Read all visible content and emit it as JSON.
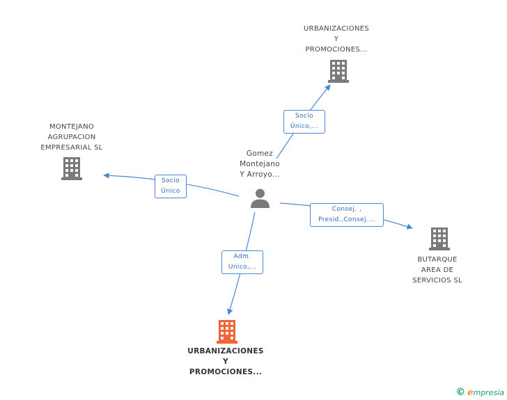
{
  "colors": {
    "edge": "#4a86d4",
    "building_gray": "#7a7a7a",
    "building_highlight": "#f0643a",
    "person": "#7a7a7a"
  },
  "nodes": {
    "urb_top": {
      "lines": [
        "URBANIZACIONES",
        "Y",
        "PROMOCIONES..."
      ],
      "icon": "building-icon"
    },
    "montejano": {
      "lines": [
        "MONTEJANO",
        "AGRUPACION",
        "EMPRESARIAL SL"
      ],
      "icon": "building-icon"
    },
    "person": {
      "lines": [
        "Gomez",
        "Montejano",
        "Y Arroyo..."
      ],
      "icon": "person-icon"
    },
    "butarque": {
      "lines": [
        "BUTARQUE",
        "AREA DE",
        "SERVICIOS SL"
      ],
      "icon": "building-icon"
    },
    "urb_main": {
      "lines": [
        "URBANIZACIONES",
        "Y",
        "PROMOCIONES..."
      ],
      "icon": "building-icon"
    }
  },
  "edges": {
    "to_urb_top": {
      "lines": [
        "Socio",
        "Único,..."
      ]
    },
    "to_montejano": {
      "lines": [
        "Socio",
        "Único"
      ]
    },
    "to_butarque": {
      "lines": [
        "Consej. ,",
        "Presid.,Consej...."
      ]
    },
    "to_urb_main": {
      "lines": [
        "Adm.",
        "Unico,..."
      ]
    }
  },
  "footer": {
    "copyright": "©",
    "brand_e": "ℯ",
    "brand_rest": "mpresia"
  }
}
